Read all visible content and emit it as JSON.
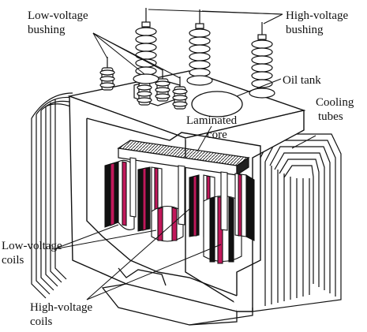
{
  "labels": {
    "low_voltage_bushing": [
      "Low-voltage",
      "bushing"
    ],
    "high_voltage_bushing": [
      "High-voltage",
      "bushing"
    ],
    "oil_tank": [
      "Oil tank"
    ],
    "cooling_tubes": [
      "Cooling",
      "tubes"
    ],
    "laminated_core": [
      "Laminated",
      "core"
    ],
    "low_voltage_coils": [
      "Low-voltage",
      "coils"
    ],
    "high_voltage_coils": [
      "High-voltage",
      "coils"
    ]
  },
  "colors": {
    "line": "#111111",
    "coil_accent": "#c2185b",
    "background": "#ffffff"
  }
}
